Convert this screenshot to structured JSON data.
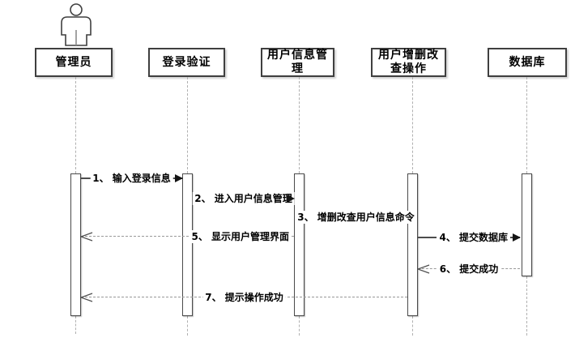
{
  "diagram": {
    "type": "uml-sequence-diagram",
    "actor": {
      "name": "管理员"
    },
    "lifelines": [
      {
        "label": "管理员",
        "has_actor_icon": true
      },
      {
        "label": "登录验证"
      },
      {
        "label": "用户信息管理"
      },
      {
        "label": "用户增删改查操作"
      },
      {
        "label": "数据库"
      }
    ],
    "messages": [
      {
        "seq": "1",
        "label": "1、 输入登录信息",
        "from": "管理员",
        "to": "登录验证",
        "style": "solid-arrow"
      },
      {
        "seq": "2",
        "label": "2、 进入用户信息管理",
        "from": "登录验证",
        "to": "用户信息管理",
        "style": "solid-arrow"
      },
      {
        "seq": "3",
        "label": "3、 增删改查用户信息命令",
        "from": "用户信息管理",
        "to": "用户增删改查操作",
        "style": "label-only"
      },
      {
        "seq": "4",
        "label": "4、 提交数据库",
        "from": "用户增删改查操作",
        "to": "数据库",
        "style": "solid-arrow"
      },
      {
        "seq": "5",
        "label": "5、 显示用户管理界面",
        "from": "用户信息管理",
        "to": "管理员",
        "style": "dashed-return"
      },
      {
        "seq": "6",
        "label": "6、 提交成功",
        "from": "数据库",
        "to": "用户增删改查操作",
        "style": "dashed-return"
      },
      {
        "seq": "7",
        "label": "7、 提示操作成功",
        "from": "用户增删改查操作",
        "to": "管理员",
        "style": "dashed-return"
      }
    ]
  },
  "colors": {
    "background": "#ffffff",
    "box_border": "#3f3f3f",
    "solid_line": "#4d4d4d",
    "dashed_line": "#999999",
    "lifeline_dash": "#b0b0b0",
    "arrow_fill": "#141414",
    "text": "#000000"
  }
}
